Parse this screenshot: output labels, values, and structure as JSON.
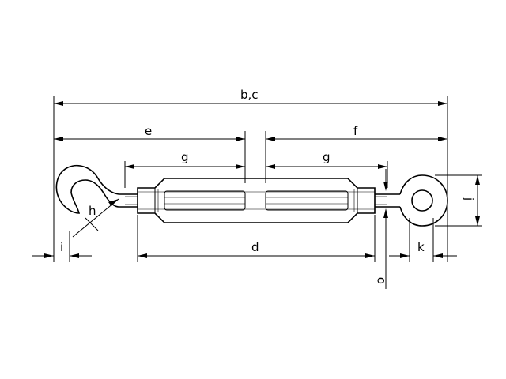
{
  "labels": {
    "total_length": "b,c",
    "hook_side": "e",
    "eye_side": "f",
    "thread_left": "g",
    "thread_right": "g",
    "hook_opening": "h",
    "hook_gap": "i",
    "body_length": "d",
    "eye_diameter": "j",
    "eye_width": "k",
    "rod_diameter": "o"
  }
}
